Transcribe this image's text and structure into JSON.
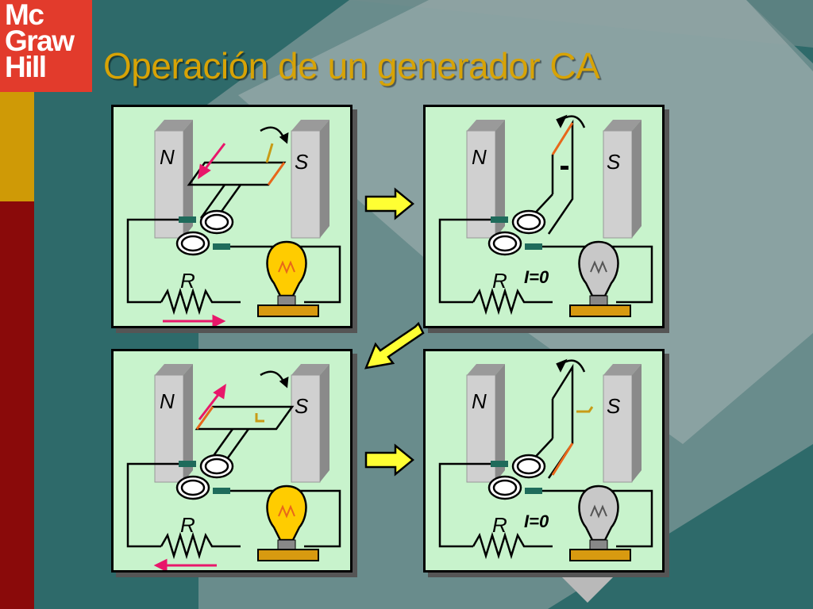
{
  "logo": {
    "line1": "Mc",
    "line2": "Graw",
    "line3": "Hill"
  },
  "slide": {
    "title": "Operación de un generador CA"
  },
  "panels": [
    {
      "magnet_north": "N",
      "magnet_south": "S",
      "resistor": "R",
      "current": "",
      "bulb_lit": true
    },
    {
      "magnet_north": "N",
      "magnet_south": "S",
      "resistor": "R",
      "current": "I=0",
      "bulb_lit": false
    },
    {
      "magnet_north": "N",
      "magnet_south": "S",
      "resistor": "R",
      "current": "",
      "bulb_lit": true
    },
    {
      "magnet_north": "N",
      "magnet_south": "S",
      "resistor": "R",
      "current": "I=0",
      "bulb_lit": false
    }
  ],
  "colors": {
    "panel_bg": "#c8f3cc",
    "bulb_on": "#ffcc00",
    "bulb_off": "#c8c8c8",
    "flow_arrow": "#e8176a",
    "sequence_arrow": "#ffff33"
  }
}
